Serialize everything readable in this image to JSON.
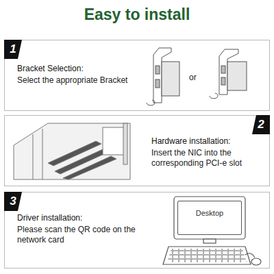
{
  "diagram": {
    "title": "Easy to install",
    "nodes": [
      {
        "text": [
          "Bracket Selection:",
          "Select the appropriate Bracket"
        ]
      },
      {
        "text": [
          "1"
        ],
        "in": 0
      },
      {
        "text": [
          "Hardware installation:",
          "Insert the NIC into the corresponding PCI-e slot"
        ]
      },
      {
        "text": [
          "2"
        ],
        "in": 2
      },
      {
        "text": [
          "Driver installation:",
          "Please scan the QR code on the network card"
        ]
      },
      {
        "text": [
          "3"
        ],
        "in": 4
      },
      {
        "text": [
          "Desktop"
        ],
        "in": 4
      }
    ],
    "labels": [
      "or"
    ]
  }
}
